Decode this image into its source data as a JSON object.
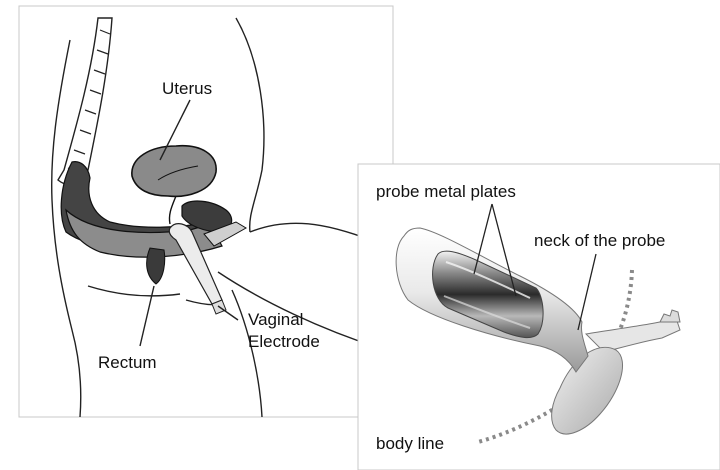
{
  "anatomy_panel": {
    "labels": {
      "uterus": "Uterus",
      "rectum": "Rectum",
      "vaginal_electrode_line1": "Vaginal",
      "vaginal_electrode_line2": "Electrode"
    }
  },
  "probe_panel": {
    "labels": {
      "probe_metal_plates": "probe metal plates",
      "neck_of_the_probe": "neck of the probe",
      "body_line": "body line"
    }
  }
}
